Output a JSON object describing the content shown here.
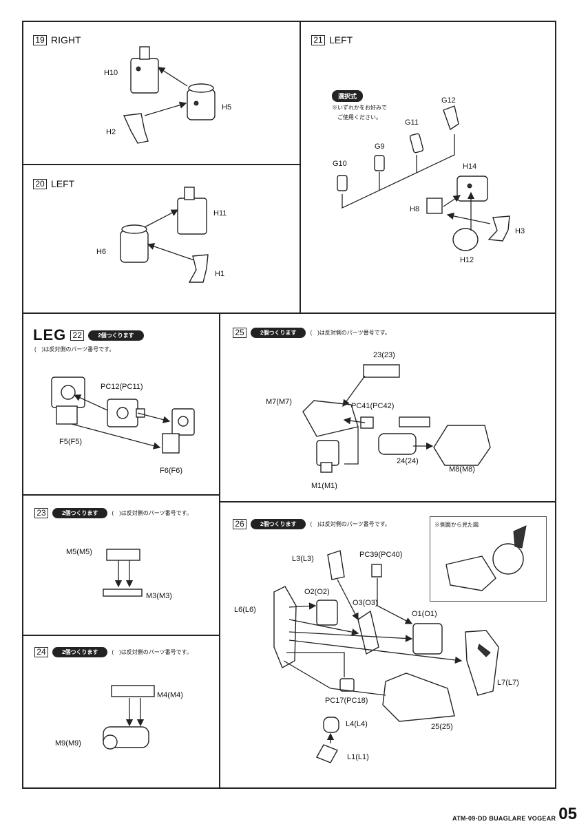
{
  "steps": {
    "s19": {
      "num": "19",
      "title": "RIGHT",
      "labels": {
        "h10": "H10",
        "h5": "H5",
        "h2": "H2"
      }
    },
    "s20": {
      "num": "20",
      "title": "LEFT",
      "labels": {
        "h11": "H11",
        "h6": "H6",
        "h1": "H1"
      }
    },
    "s21": {
      "num": "21",
      "title": "LEFT",
      "select_label": "選択式",
      "select_note_1": "※いずれかをお好みで",
      "select_note_2": "ご使用ください。",
      "labels": {
        "g12": "G12",
        "g11": "G11",
        "g9": "G9",
        "g10": "G10",
        "h14": "H14",
        "h8": "H8",
        "h3": "H3",
        "h12": "H12"
      }
    },
    "s22": {
      "section": "LEG",
      "num": "22",
      "pill": "2個つくります",
      "note": "(　)は反対側のパーツ番号です。",
      "labels": {
        "pc12": "PC12(PC11)",
        "f5": "F5(F5)",
        "f6": "F6(F6)"
      }
    },
    "s23": {
      "num": "23",
      "pill": "2個つくります",
      "note": "(　)は反対側のパーツ番号です。",
      "labels": {
        "m5": "M5(M5)",
        "m3": "M3(M3)"
      }
    },
    "s24": {
      "num": "24",
      "pill": "2個つくります",
      "note": "(　)は反対側のパーツ番号です。",
      "labels": {
        "m4": "M4(M4)",
        "m9": "M9(M9)"
      }
    },
    "s25": {
      "num": "25",
      "pill": "2個つくります",
      "note": "(　)は反対側のパーツ番号です。",
      "labels": {
        "ref23": "23(23)",
        "m7": "M7(M7)",
        "pc41": "PC41(PC42)",
        "ref24": "24(24)",
        "m8": "M8(M8)",
        "m1": "M1(M1)"
      }
    },
    "s26": {
      "num": "26",
      "pill": "2個つくります",
      "note": "(　)は反対側のパーツ番号です。",
      "inset_note": "※側面から見た図",
      "labels": {
        "l3": "L3(L3)",
        "pc39": "PC39(PC40)",
        "o2": "O2(O2)",
        "o3": "O3(O3)",
        "l6": "L6(L6)",
        "o1": "O1(O1)",
        "l7": "L7(L7)",
        "pc17": "PC17(PC18)",
        "l4": "L4(L4)",
        "ref25": "25(25)",
        "l1": "L1(L1)"
      }
    }
  },
  "footer": {
    "code": "ATM-09-DD BUAGLARE VOGEAR",
    "page": "05"
  }
}
